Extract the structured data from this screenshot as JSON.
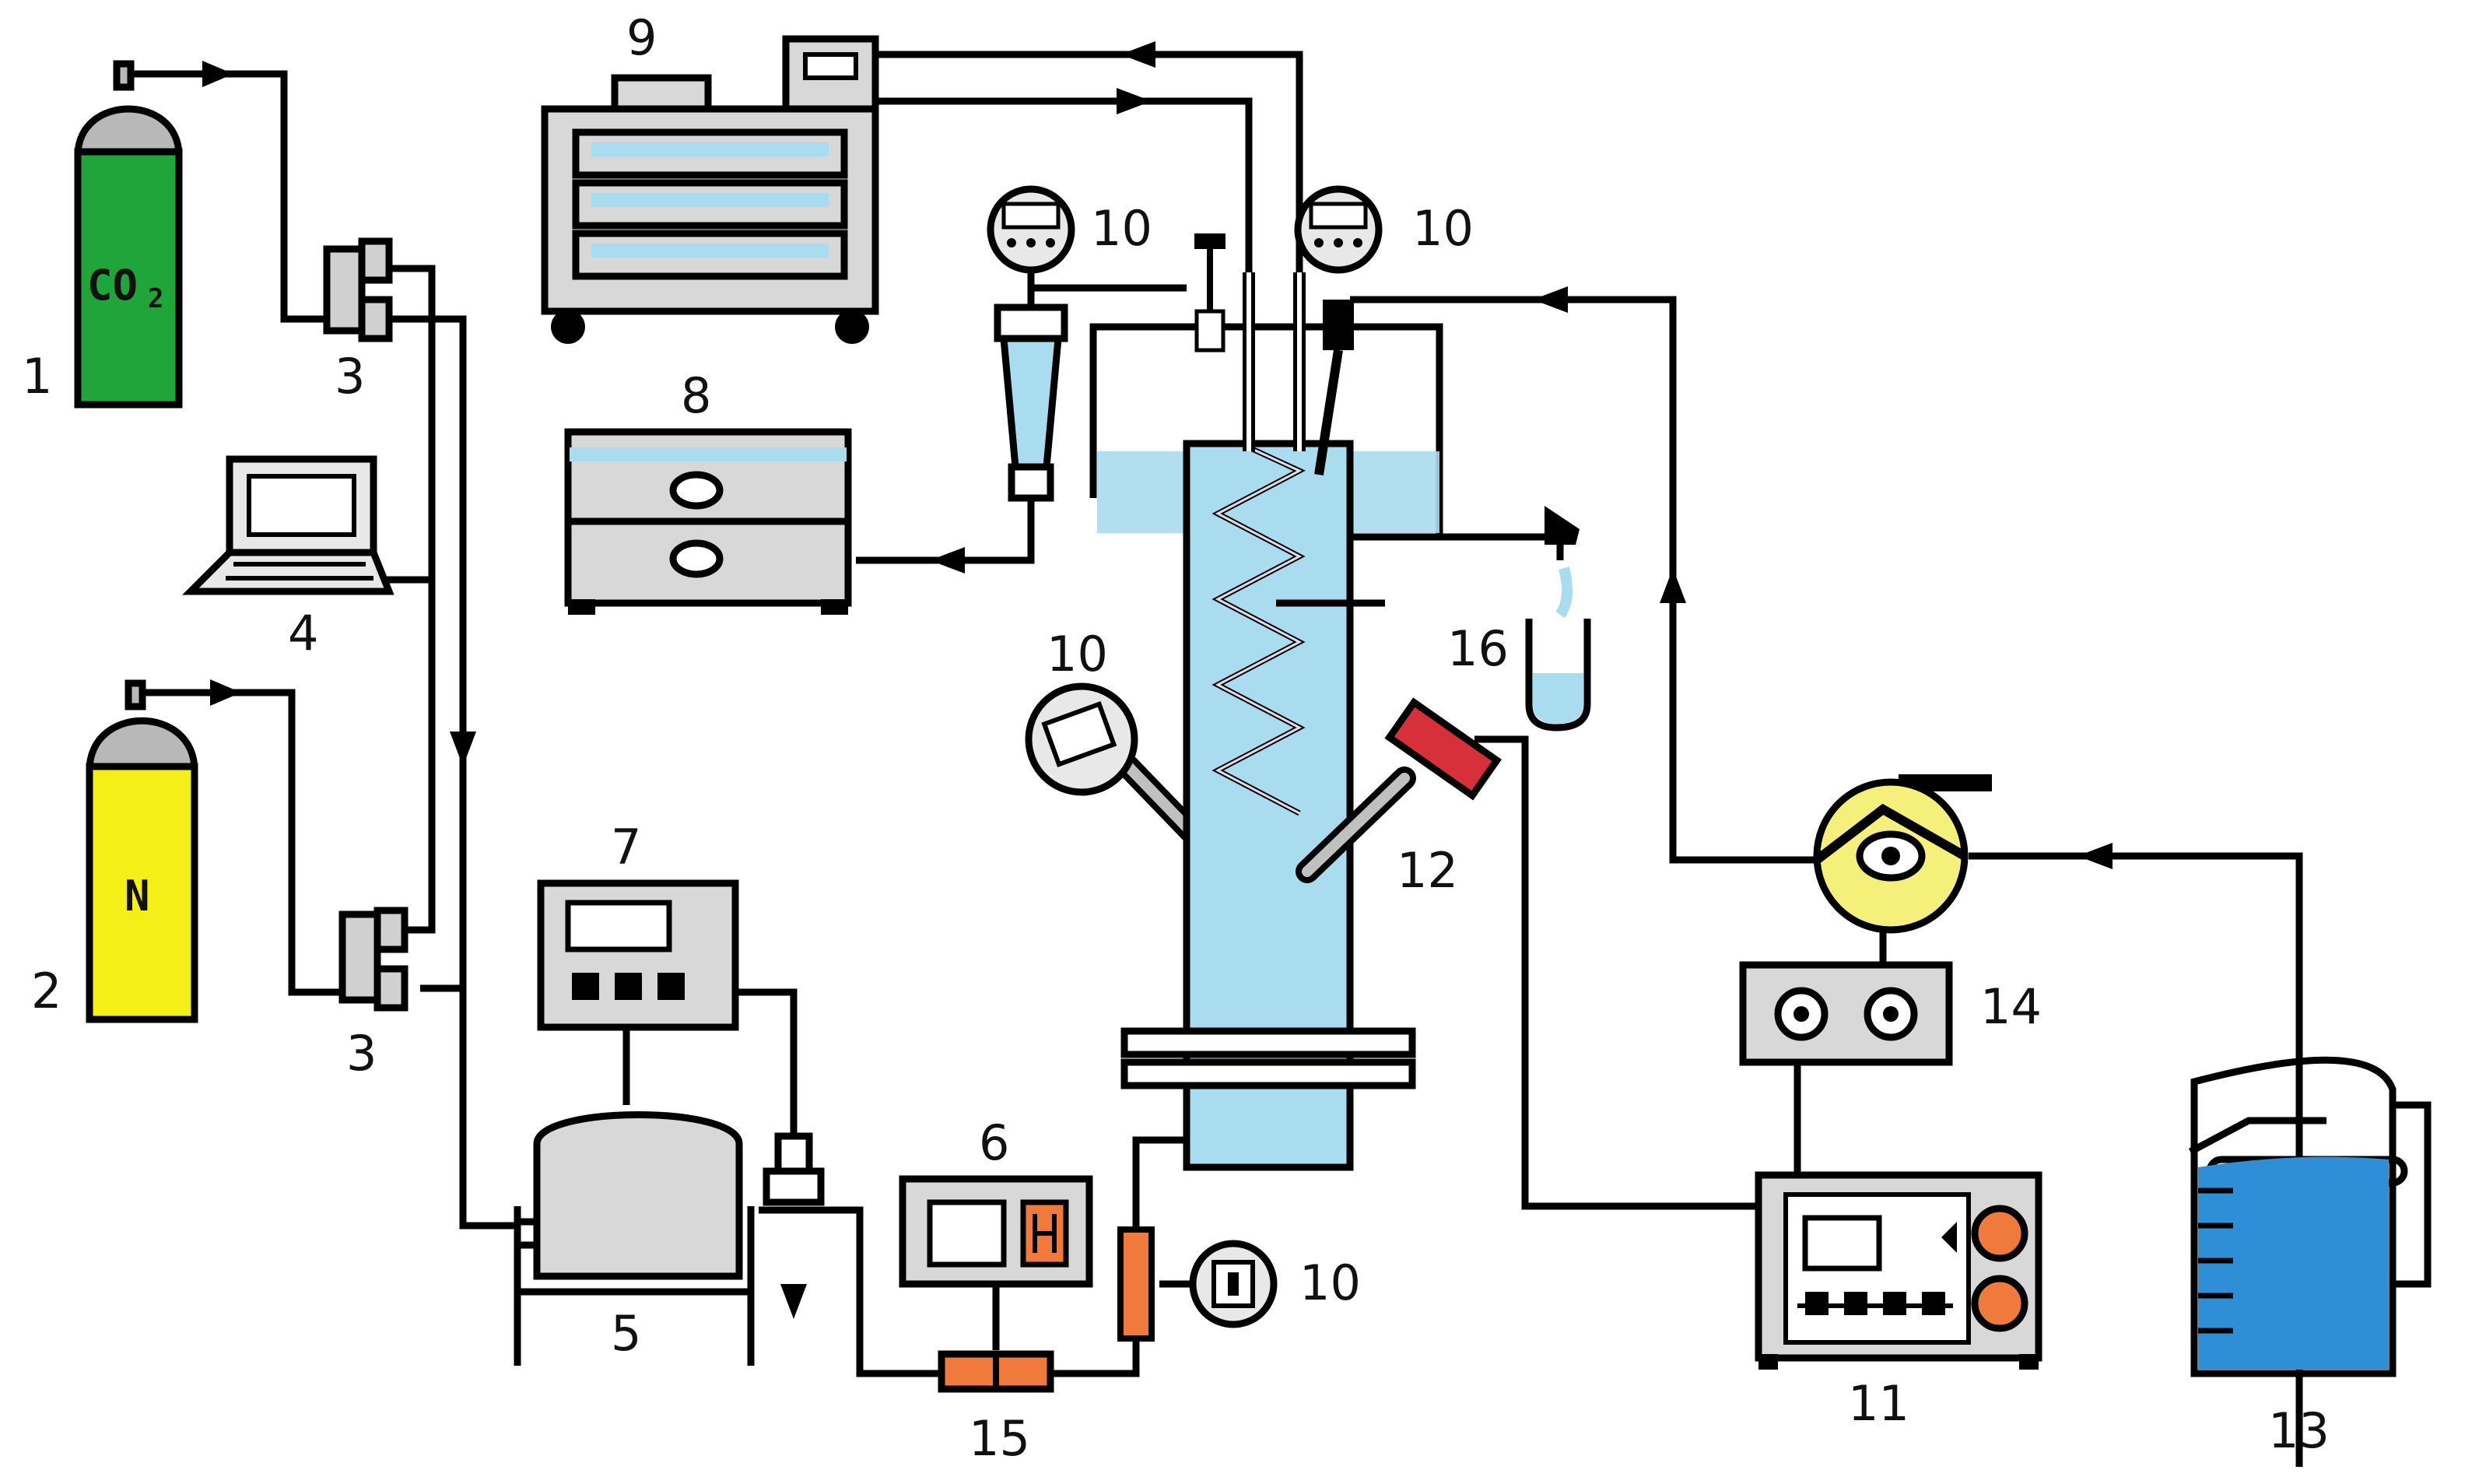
{
  "labels": {
    "co2_cylinder": "1",
    "n_cylinder": "2",
    "flow_meter_a": "3",
    "flow_meter_b": "3",
    "laptop": "4",
    "vessel": "5",
    "meter_6": "6",
    "controller_7": "7",
    "bath_8": "8",
    "chiller_9": "9",
    "gauge_top_left": "10",
    "gauge_top_right": "10",
    "gauge_side": "10",
    "gauge_bottom": "10",
    "power_supply": "11",
    "probe": "12",
    "beaker": "13",
    "pump_driver": "14",
    "mixer_15": "15",
    "collector": "16"
  },
  "gas_text": {
    "co2": "CO",
    "co2_sub": "2",
    "n": "N"
  },
  "colors": {
    "co2_cylinder": "#1fa53a",
    "n_cylinder": "#f5ef18",
    "cylinder_cap": "#b8b8b8",
    "liquid": "#a8dcee",
    "beaker_liquid": "#2e8fd6",
    "probe": "#d8303a",
    "orange_part": "#f07a3c",
    "pump": "#f4f07a",
    "device_body": "#d8d8d8"
  }
}
